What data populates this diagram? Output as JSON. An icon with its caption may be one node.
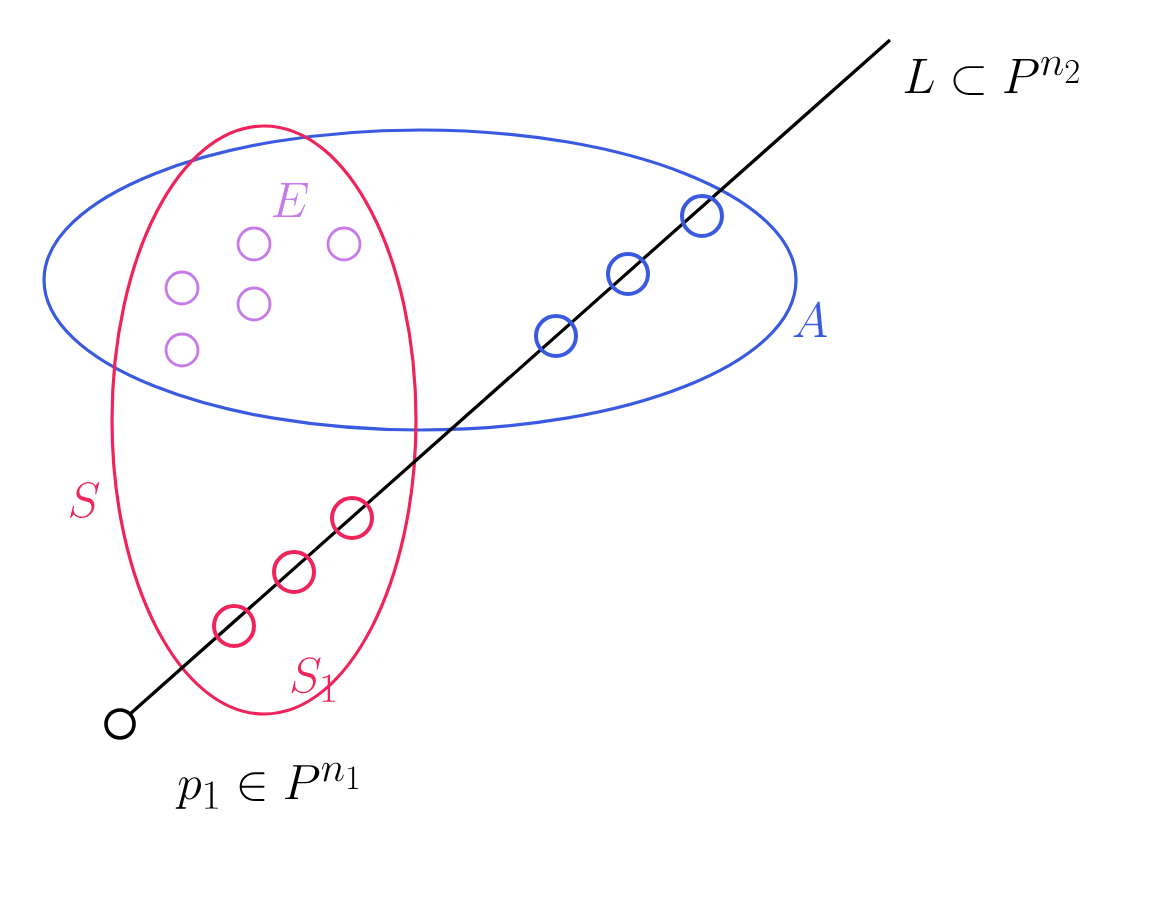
{
  "diagram": {
    "labels": [
      "L \\subset P^{n_2}",
      "E",
      "A",
      "S",
      "S_1",
      "p_1 \\in P^{n_1}"
    ]
  }
}
